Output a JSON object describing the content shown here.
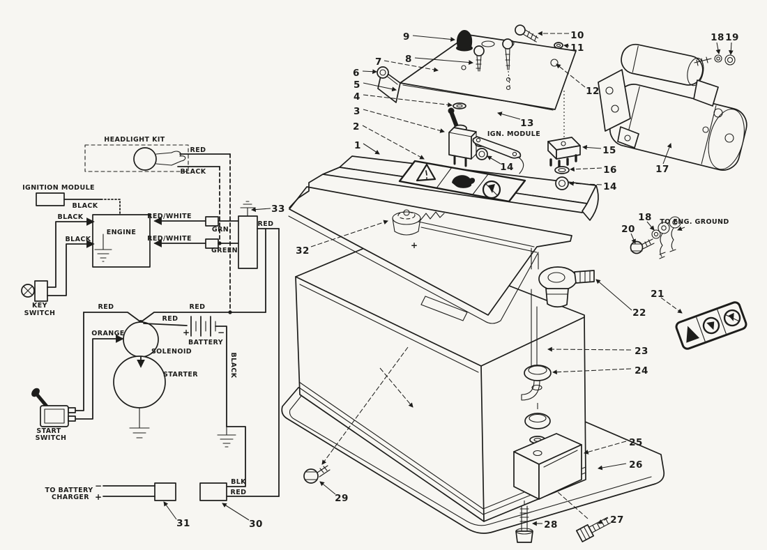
{
  "accent": {
    "ink": "#1d1d1b",
    "paper": "#f7f6f2"
  },
  "wiring": {
    "headlight_kit": "HEADLIGHT KIT",
    "ignition_module": "IGNITION MODULE",
    "engine": "ENGINE",
    "battery": "BATTERY",
    "solenoid": "SOLENOID",
    "starter": "STARTER",
    "key_switch": [
      "KEY",
      "SWITCH"
    ],
    "start_switch": [
      "START",
      "SWITCH"
    ],
    "to_battery_charger": [
      "TO BATTERY",
      "CHARGER"
    ],
    "battery_plus": "+",
    "battery_minus": "−",
    "charger_minus": "−",
    "charger_plus": "+",
    "wire_labels": {
      "red_headlight": "RED",
      "black_headlight": "BLACK",
      "black_module": "BLACK",
      "black_key_upper": "BLACK",
      "black_key_lower": "BLACK",
      "red_white_upper": "RED/WHITE",
      "red_white_lower": "RED/WHITE",
      "grn": "GRN",
      "green": "GREEN",
      "red_regulator": "RED",
      "red_main_left": "RED",
      "red_main_right": "RED",
      "red_battery": "RED",
      "orange": "ORANGE",
      "black_battery": "BLACK",
      "blk": "BLK",
      "red_bottom": "RED"
    }
  },
  "parts": {
    "ign_module": "IGN. MODULE",
    "to_eng_ground": "TO ENG. GROUND",
    "battery_plus_mark": "+"
  },
  "callouts": {
    "c1": "1",
    "c2": "2",
    "c3": "3",
    "c4": "4",
    "c5": "5",
    "c6": "6",
    "c7": "7",
    "c8": "8",
    "c9": "9",
    "c10": "10",
    "c11": "11",
    "c12": "12",
    "c13": "13",
    "c14a": "14",
    "c14b": "14",
    "c15": "15",
    "c16": "16",
    "c17": "17",
    "c18a": "18",
    "c18b": "18",
    "c19": "19",
    "c20": "20",
    "c21": "21",
    "c22": "22",
    "c23": "23",
    "c24": "24",
    "c25": "25",
    "c26": "26",
    "c27": "27",
    "c28": "28",
    "c29": "29",
    "c30": "30",
    "c31": "31",
    "c32": "32",
    "c33": "33"
  }
}
